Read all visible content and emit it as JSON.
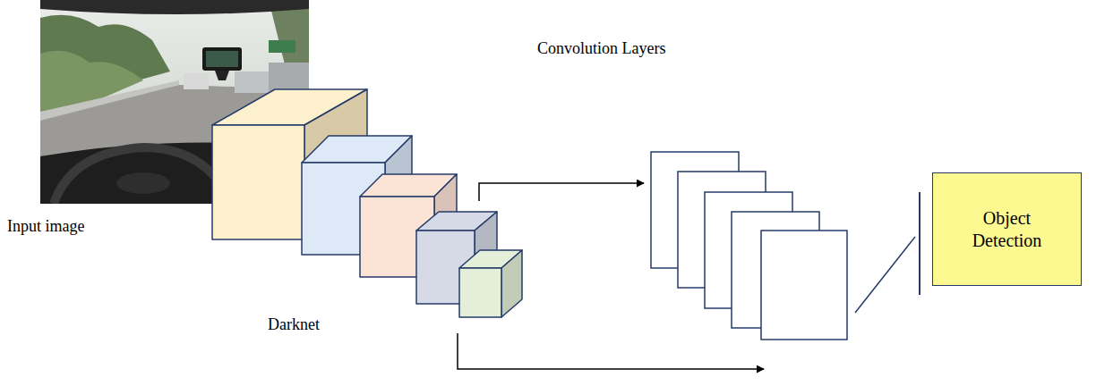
{
  "diagram": {
    "nodes": [
      {
        "text": [
          "Object Detection"
        ]
      }
    ],
    "labels": [
      "Convolution Layers",
      "Input image",
      "Darknet"
    ]
  }
}
